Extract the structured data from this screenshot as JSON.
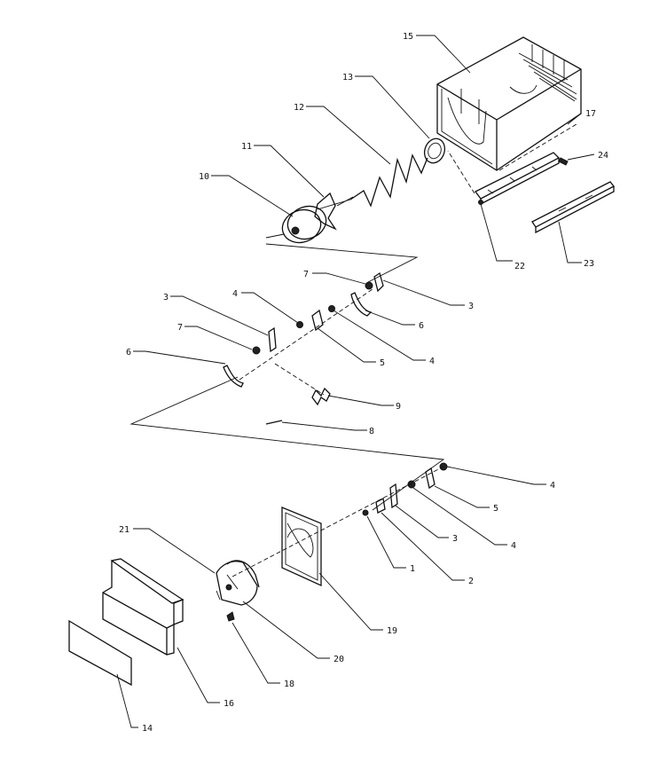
{
  "labels": {
    "p1": "1",
    "p2": "2",
    "p3a": "3",
    "p3b": "3",
    "p3c": "3",
    "p4a": "4",
    "p4b": "4",
    "p4c": "4",
    "p4d": "4",
    "p5a": "5",
    "p5b": "5",
    "p6a": "6",
    "p6b": "6",
    "p7a": "7",
    "p7b": "7",
    "p8": "8",
    "p9": "9",
    "p10": "10",
    "p11": "11",
    "p12": "12",
    "p13": "13",
    "p14": "14",
    "p15": "15",
    "p16": "16",
    "p17": "17",
    "p18": "18",
    "p19": "19",
    "p20": "20",
    "p21": "21",
    "p22": "22",
    "p23": "23",
    "p24": "24"
  }
}
